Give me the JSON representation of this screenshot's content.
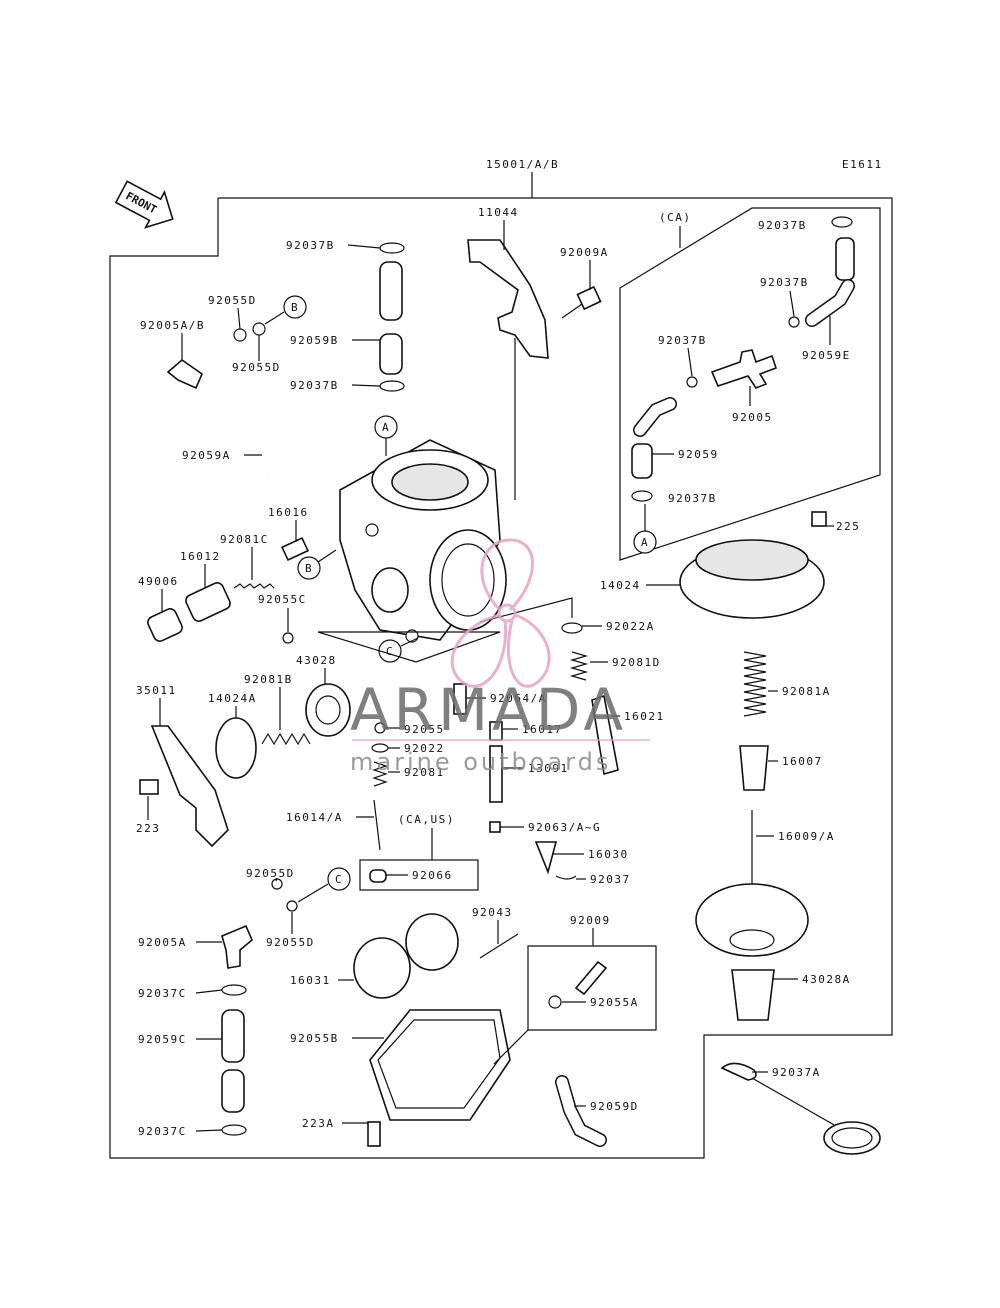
{
  "diagram": {
    "ref_code": "E1611",
    "assembly_number": "15001/A/B",
    "front_label": "FRONT",
    "ca_group_label": "(CA)",
    "ca_us_group_label": "(CA,US)",
    "callouts": [
      "A",
      "B",
      "C"
    ],
    "parts": {
      "p11044": "11044",
      "p92009A": "92009A",
      "p92037B_1": "92037B",
      "p92059B": "92059B",
      "p92037B_2": "92037B",
      "p92055D_1": "92055D",
      "p92005AB": "92005A/B",
      "p92055D_2": "92055D",
      "p92059A": "92059A",
      "p16016": "16016",
      "p92081C": "92081C",
      "p16012": "16012",
      "p49006": "49006",
      "p92055C": "92055C",
      "p43028": "43028",
      "p35011": "35011",
      "p14024A": "14024A",
      "p92081B": "92081B",
      "p223": "223",
      "p92064A": "92064/A",
      "p92055": "92055",
      "p92022": "92022",
      "p92081": "92081",
      "p16017": "16017",
      "p16021": "16021",
      "p13091": "13091",
      "p16014A": "16014/A",
      "p92063AG": "92063/A~G",
      "p92066": "92066",
      "p16030": "16030",
      "p92037": "92037",
      "p92022A": "92022A",
      "p92081D": "92081D",
      "p92037B_ca1": "92037B",
      "p92037B_ca2": "92037B",
      "p92059E": "92059E",
      "p92037B_ca3": "92037B",
      "p92005": "92005",
      "p92059": "92059",
      "p92037B_ca4": "92037B",
      "p225": "225",
      "p14024": "14024",
      "p92081A": "92081A",
      "p16007": "16007",
      "p16009A": "16009/A",
      "p43028A": "43028A",
      "p92055D_3": "92055D",
      "p92055D_4": "92055D",
      "p92005A": "92005A",
      "p92037C_1": "92037C",
      "p92059C": "92059C",
      "p92037C_2": "92037C",
      "p16031": "16031",
      "p92055B": "92055B",
      "p223A": "223A",
      "p92043": "92043",
      "p92009": "92009",
      "p92055A": "92055A",
      "p92059D": "92059D",
      "p92037A": "92037A"
    }
  },
  "watermark": {
    "brand": "ARMADA",
    "tagline": "marine outboards",
    "accent_color": "#e6a3c8"
  }
}
